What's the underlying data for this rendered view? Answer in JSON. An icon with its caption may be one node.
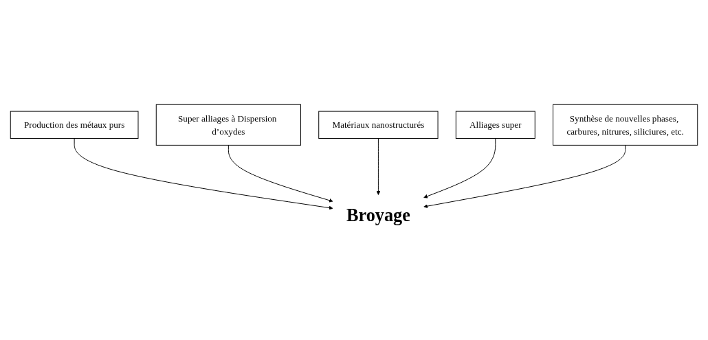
{
  "diagram": {
    "nodes": [
      {
        "text": [
          "Production des métaux purs"
        ]
      },
      {
        "text": [
          "Super alliages à Dispersion d’oxydes"
        ]
      },
      {
        "text": [
          "Broyage"
        ]
      },
      {
        "text": [
          "Matériaux nanostructurés"
        ]
      },
      {
        "text": [
          "Alliages super"
        ]
      },
      {
        "text": [
          "Synthèse de nouvelles phases, carbures, nitrures, siliciures, etc."
        ]
      }
    ],
    "edges": [
      {
        "from": 0,
        "to": 2,
        "arrow": "to"
      },
      {
        "from": 1,
        "to": 2,
        "arrow": "to"
      },
      {
        "from": 3,
        "to": 2,
        "arrow": "to"
      },
      {
        "from": 4,
        "to": 2,
        "arrow": "to"
      },
      {
        "from": 5,
        "to": 2,
        "arrow": "to"
      }
    ]
  }
}
